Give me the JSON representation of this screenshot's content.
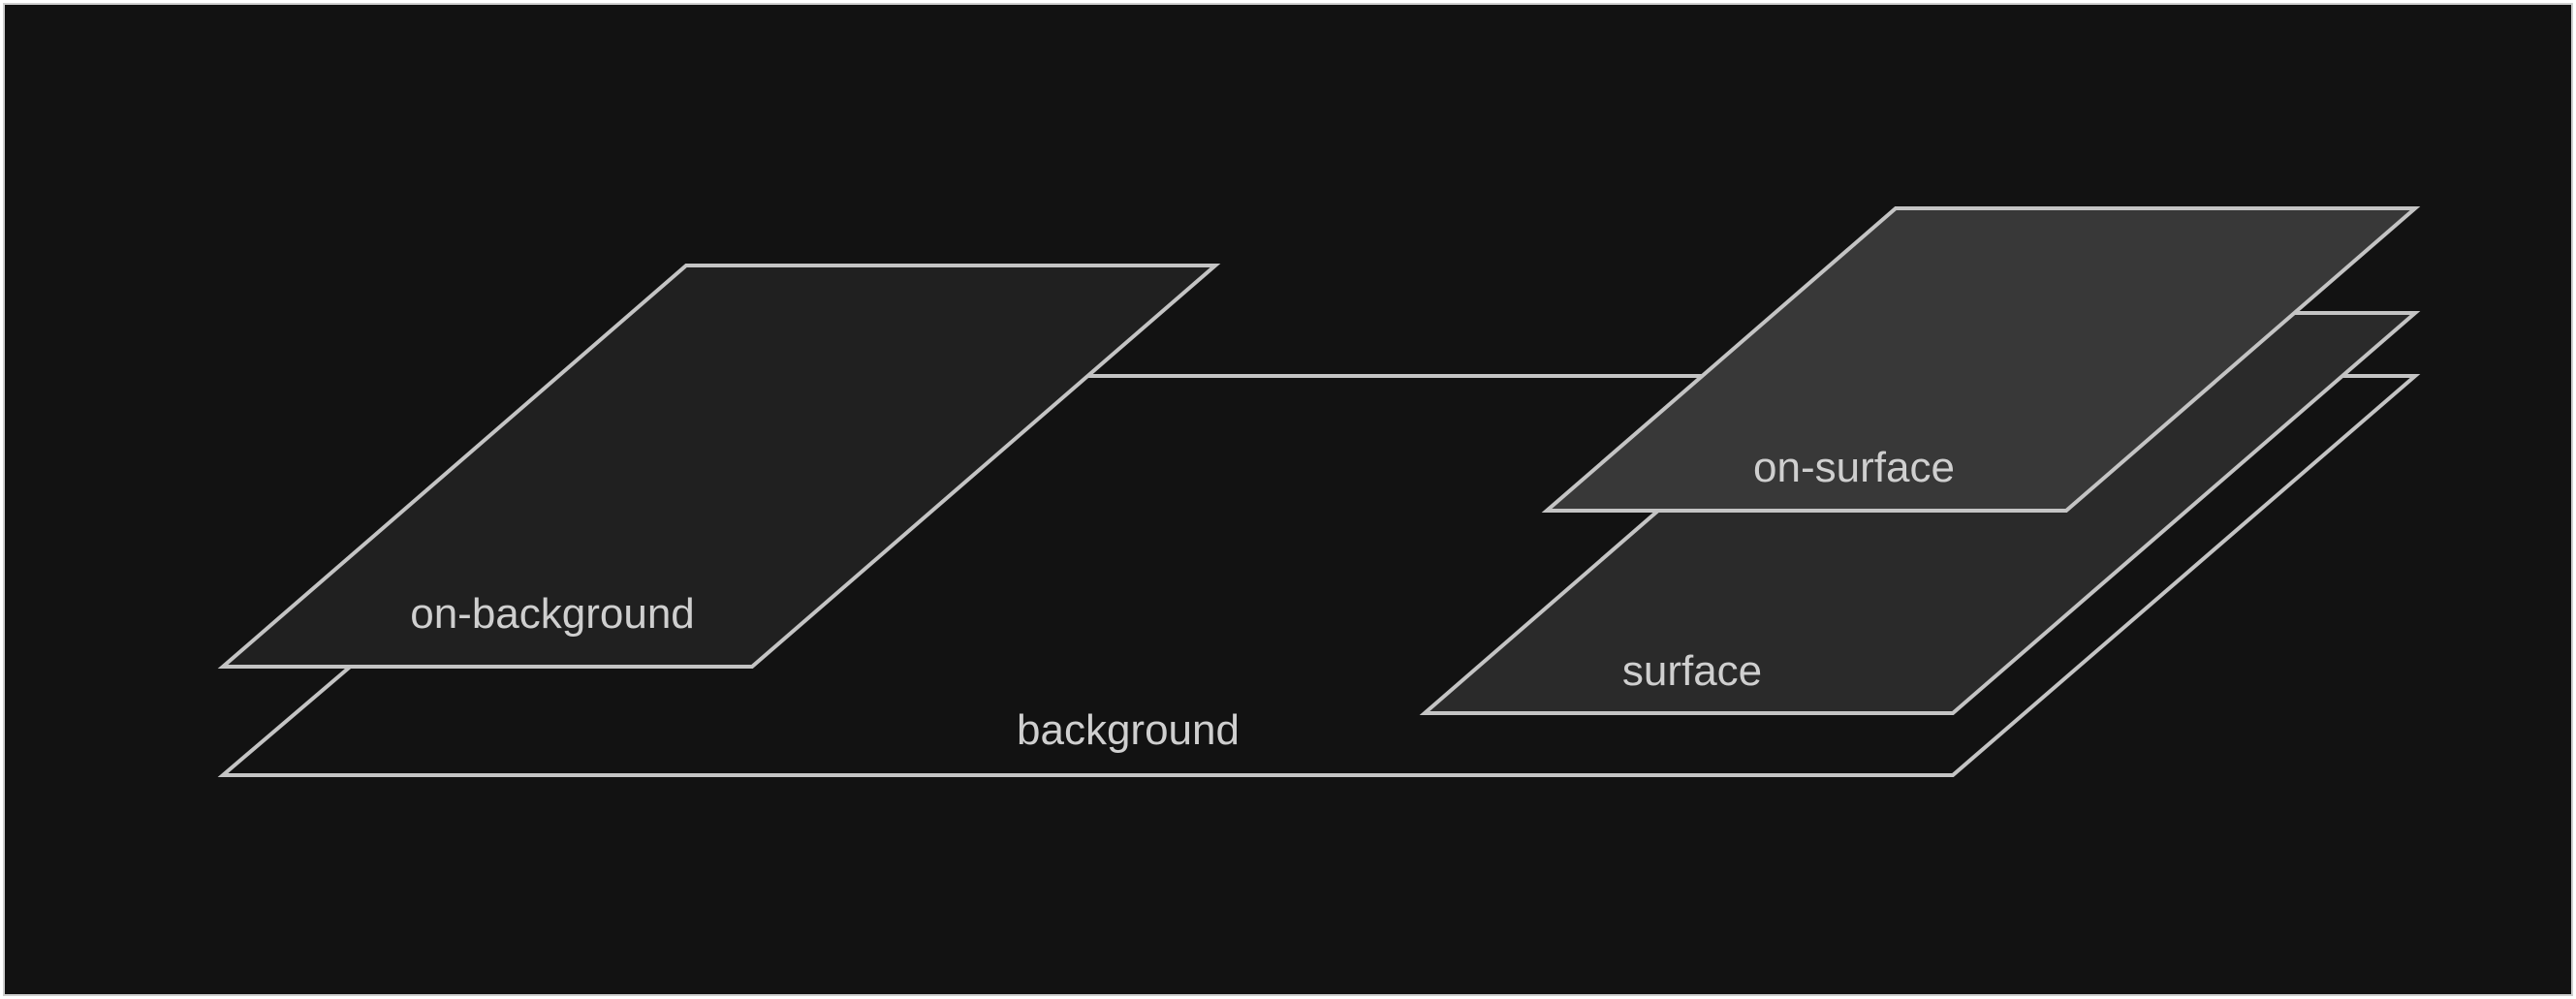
{
  "diagram": {
    "colors": {
      "frame_background": "#121212",
      "frame_border": "#cfcfcf",
      "outline": "#c4c4c4",
      "label_text": "#cfcfcf",
      "background_plane_fill": "#121212",
      "on_background_plane_fill": "#202020",
      "surface_plane_fill": "#2a2a2a",
      "on_surface_plane_fill": "#383838"
    },
    "planes": {
      "background": {
        "label": "background"
      },
      "on_background": {
        "label": "on-background"
      },
      "surface": {
        "label": "surface"
      },
      "on_surface": {
        "label": "on-surface"
      }
    }
  }
}
